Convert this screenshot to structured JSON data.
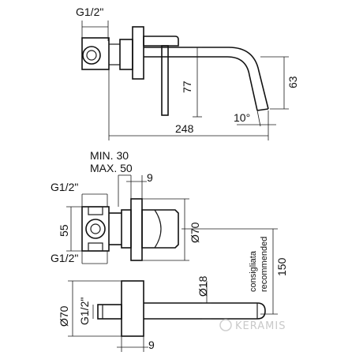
{
  "labels": {
    "top_g_thread": "G1/2\"",
    "dim_77": "77",
    "dim_63": "63",
    "dim_248": "248",
    "angle_10": "10°",
    "min": "MIN. 30",
    "max": "MAX. 50",
    "dim_9_mid": "9",
    "mid_g_top": "G1/2\"",
    "dim_55": "55",
    "dia_70_mid": "Ø70",
    "mid_g_bottom": "G1/2\"",
    "consigliata": "consigliata",
    "recommended": "recommended",
    "dim_150": "150",
    "dia_18": "Ø18",
    "dia_70_bot": "Ø70",
    "bot_g_thread": "G1/2\"",
    "dim_9_bot": "9"
  },
  "watermark": "KERAMIS"
}
